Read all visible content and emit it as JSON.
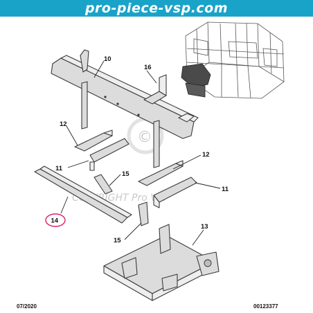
{
  "header": {
    "brand": "pro-piece-vsp.com",
    "color": "#1aa3c8"
  },
  "watermark": {
    "symbol": "©",
    "text": "COPYRIGHT Pro VSP"
  },
  "callouts": {
    "c10": "10",
    "c16": "16",
    "c12a": "12",
    "c11a": "11",
    "c15a": "15",
    "c12b": "12",
    "c11b": "11",
    "c14": "14",
    "c15b": "15",
    "c13": "13"
  },
  "highlight": {
    "callout": "14",
    "color": "#d6246e"
  },
  "footer": {
    "date": "07/2020",
    "ref": "00123377"
  }
}
